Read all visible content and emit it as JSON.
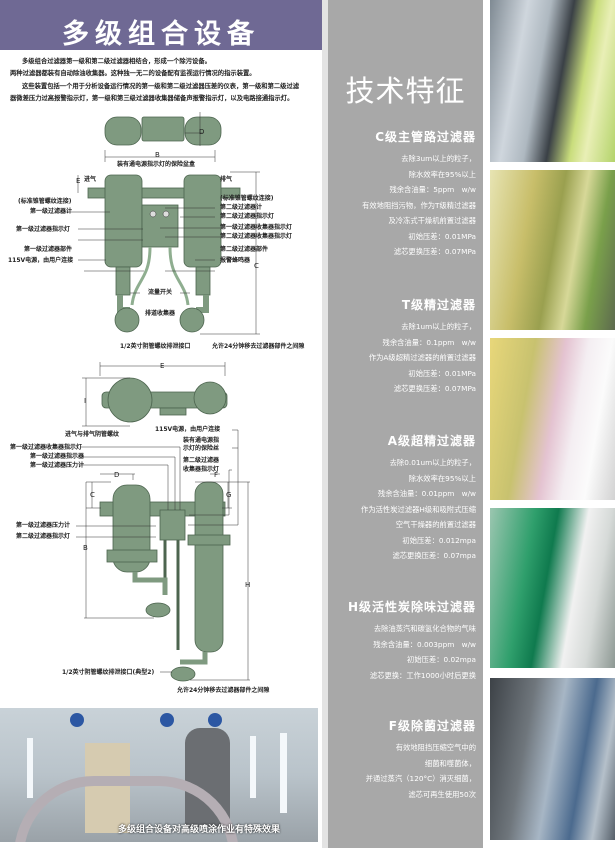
{
  "header": {
    "title": "多级组合设备"
  },
  "intro": [
    "多级组合过滤器第一级和第二级过滤器相结合，形成一个除污设备。",
    "两种过滤器都装有自动除油收集器。这种独一无二的设备配有监视运行情况的指示装置。",
    "这些装置包括一个用于分析设备运行情况的第一级和第二级过滤器压差的仪表，第一级和第二级过滤",
    "器微差压力过高报警指示灯，第一级和第三级过滤器收集器储备声报警指示灯，以及电路接通指示灯。"
  ],
  "diagram1": {
    "dims": {
      "b": "B",
      "c": "C",
      "d": "D",
      "e": "E"
    },
    "labels": {
      "fuse_box": "装有通电源指示灯的保险盆盒",
      "inlet": "进气",
      "outlet": "排气",
      "npt_left": "(标准锥管螺纹连接)",
      "npt_right": "(标准锥管螺纹连接)",
      "gauge1": "第一级过滤器计",
      "light1": "第一级过滤器指示灯",
      "element1": "第一级过滤器部件",
      "power": "115V电源，由用户连接",
      "gauge2": "第二级过滤器计",
      "light2": "第二级过滤器指示灯",
      "collector_light1": "第一级过滤器收集器指示灯",
      "collector_light2": "第二级过滤器收集器指示灯",
      "element2": "第二级过滤器部件",
      "buzzer": "报警蜂鸣器",
      "flow_switch": "流量开关",
      "drain_collector": "排道收集器",
      "drain_port": "1/2英寸阴管螺纹排泄接口",
      "clearance": "允许24分钟移去过滤器部件之间隙"
    }
  },
  "diagram2": {
    "dims": {
      "e": "E",
      "i": "I",
      "d": "D",
      "f": "F",
      "c": "C",
      "g": "G",
      "b": "B",
      "h": "H"
    },
    "labels": {
      "power": "115V电源，由用户连接",
      "threads": "进气与排气阴管螺纹",
      "fuse_l1": "装有通电源指",
      "fuse_l2": "示灯的保险丝",
      "collector_light1": "第一级过滤器收集器指示灯",
      "indicator1": "第一级过滤器指示器",
      "gauge1": "第一级过滤器压力计",
      "collector2_l1": "第二级过滤器",
      "collector2_l2": "收集器指示灯",
      "gauge1b": "第一级过滤器压力计",
      "light2": "第二级过滤器指示灯",
      "drain_port": "1/2英寸阴管螺纹排泄接口(典型2)",
      "clearance": "允许24分钟移去过滤器部件之间隙"
    }
  },
  "photo": {
    "caption": "多级组合设备对高级喷涂作业有特殊效果"
  },
  "panel": {
    "title": "技术特征",
    "sections": [
      {
        "title": "C级主管路过滤器",
        "lines": [
          "去除3um以上的粒子，",
          "除水效率在95%以上",
          "残余含油量：5ppm　w/w",
          "有效地阻挡污物，作为T级精过滤器",
          "及冷冻式干燥机前置过滤器",
          "初始压差：0.01MPa",
          "滤芯更换压差：0.07MPa"
        ]
      },
      {
        "title": "T级精过滤器",
        "lines": [
          "去除1um以上的粒子，",
          "残余含油量：0.1ppm　w/w",
          "作为A级超精过滤器的前置过滤器",
          "初始压差：0.01MPa",
          "滤芯更换压差：0.07MPa"
        ]
      },
      {
        "title": "A级超精过滤器",
        "lines": [
          "去除0.01um以上的粒子，",
          "除水效率在95%以上",
          "残余含油量：0.01ppm　w/w",
          "作为活性炭过滤器H级和吸附式压缩",
          "空气干燥器的前置过滤器",
          "初始压差：0.012mpa",
          "滤芯更换压差：0.07mpa"
        ]
      },
      {
        "title": "H级活性炭除味过滤器",
        "lines": [
          "去除油蒸汽和碳氢化合物的气味",
          "残余含油量：0.003ppm　w/w",
          "初始压差：0.02mpa",
          "滤芯更换：工作1000小时后更换"
        ]
      },
      {
        "title": "F级除菌过滤器",
        "lines": [
          "有效地阻挡压缩空气中的",
          "细菌和噬菌体，",
          "并通过蒸汽（120°C）消灭细菌，",
          "滤芯可再生使用50次"
        ]
      }
    ]
  },
  "colors": {
    "header": "#6f6994",
    "panel": "#a8a8a8",
    "equipment": "#7f9a80"
  }
}
